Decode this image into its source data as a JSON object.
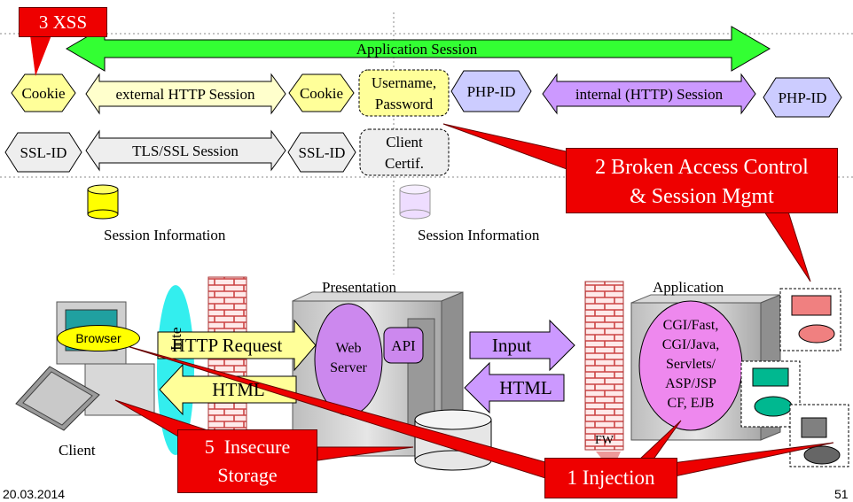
{
  "slide": {
    "date": "20.03.2014",
    "page_number": "51"
  },
  "session_layer": {
    "application_session": "Application Session",
    "cookie_left": "Cookie",
    "external_http_session": "external HTTP Session",
    "cookie_mid": "Cookie",
    "username_password": [
      "Username,",
      "Password"
    ],
    "php_id_left": "PHP-ID",
    "internal_http_session": "internal (HTTP) Session",
    "php_id_right": "PHP-ID",
    "ssl_id_left": "SSL-ID",
    "tls_ssl_session": "TLS/SSL Session",
    "ssl_id_mid": "SSL-ID",
    "client_certif": [
      "Client",
      "Certif."
    ],
    "session_info_left": "Session Information",
    "session_info_right": "Session Information"
  },
  "architecture": {
    "presentation": "Presentation",
    "application": "Application",
    "browser": "Browser",
    "client": "Client",
    "internet_partial": "Inte",
    "http_request": "HTTP Request",
    "html_left": "HTML",
    "web_server": [
      "Web",
      "Server"
    ],
    "api": "API",
    "input": "Input",
    "html_right": "HTML",
    "fw": "FW",
    "app_tech": [
      "CGI/Fast,",
      "CGI/Java,",
      "Servlets/",
      "ASP/JSP",
      "CF, EJB"
    ]
  },
  "callouts": {
    "xss": "3 XSS",
    "broken_access": [
      "2 Broken Access Control",
      "& Session Mgmt"
    ],
    "insecure_storage": [
      "5  Insecure",
      "Storage"
    ],
    "injection": "1 Injection"
  },
  "colors": {
    "callout_red": "#ee0000",
    "session_arrow_green": "#33ff33",
    "cookie_yellow": "#ffff99",
    "php_lavender": "#ccccff",
    "internal_purple": "#cc99ff",
    "server_pink": "#ee88ee",
    "internet_cyan": "#33eeee",
    "firewall_red": "#cc5555"
  }
}
